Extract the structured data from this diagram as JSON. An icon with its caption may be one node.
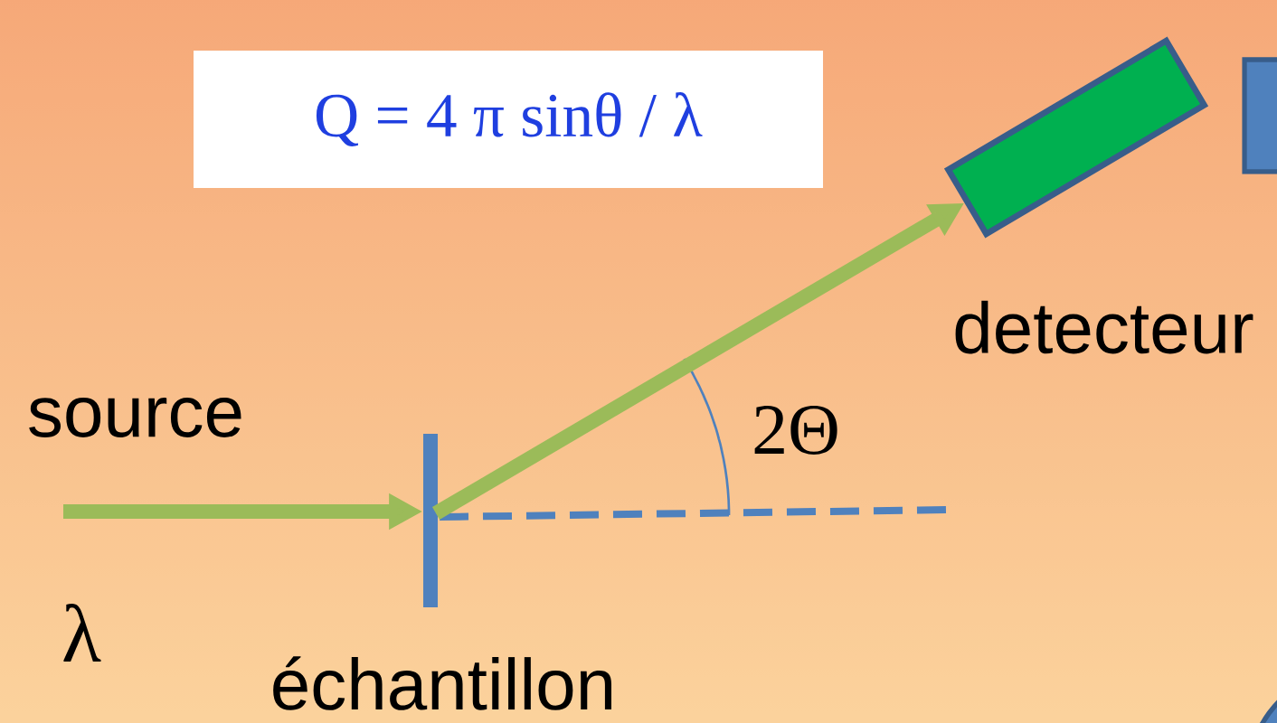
{
  "diagram": {
    "nodes": [
      {
        "text": [],
        "shape": "bar",
        "beside": [
          "échantillon"
        ]
      },
      {
        "text": [],
        "shape": "box",
        "beside": [
          "detecteur"
        ]
      },
      {
        "text": [
          "Q = 4 π sinθ / λ"
        ]
      }
    ],
    "edges": [
      {
        "from": null,
        "to": 0,
        "arrow": "to"
      },
      {
        "from": 0,
        "to": 1,
        "arrow": "to"
      }
    ],
    "labels": [
      "source",
      "λ",
      "2Θ"
    ]
  }
}
